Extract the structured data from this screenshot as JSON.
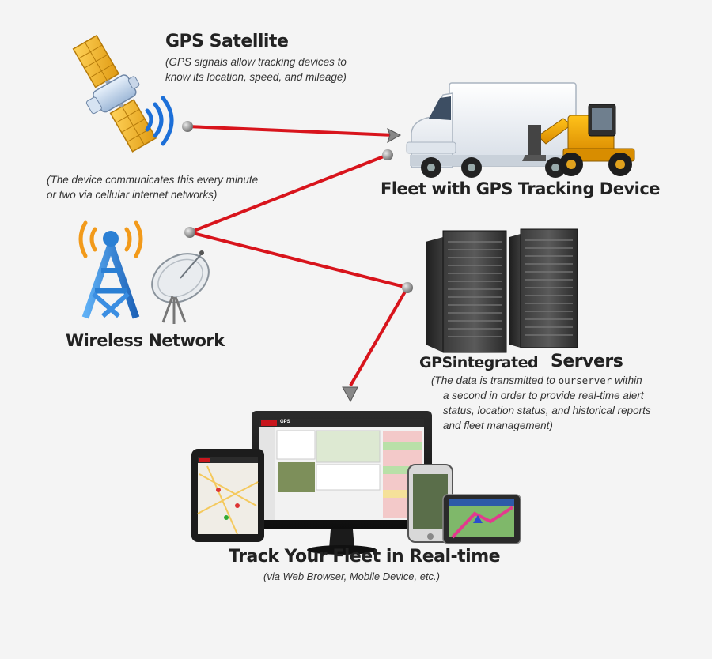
{
  "satellite": {
    "title": "GPS Satellite",
    "note_line1": "(GPS signals allow tracking devices to",
    "note_line2": "know its location, speed, and mileage)"
  },
  "network_note": {
    "line1": "(The device communicates this every minute",
    "line2": "or two via cellular internet networks)"
  },
  "fleet": {
    "title": "Fleet with GPS Tracking Device"
  },
  "wireless": {
    "title": "Wireless Network"
  },
  "servers": {
    "title_brand": "GPSintegrated",
    "title_word": "Servers",
    "note_line1_a": "(The data is transmitted to ",
    "note_line1_b": "ourserver",
    "note_line1_c": " within",
    "note_line2": "a second in order to provide real-time alert",
    "note_line3": "status, location status, and historical reports",
    "note_line4": "and fleet management)"
  },
  "tracking": {
    "title": "Track Your Fleet in Real-time",
    "note": "(via Web Browser, Mobile Device, etc.)"
  },
  "devices": {
    "app_logo": "GPS"
  },
  "colors": {
    "line": "#d8141c",
    "text": "#222222",
    "signal": "#f29a1a",
    "tower": "#2a7fd4"
  }
}
